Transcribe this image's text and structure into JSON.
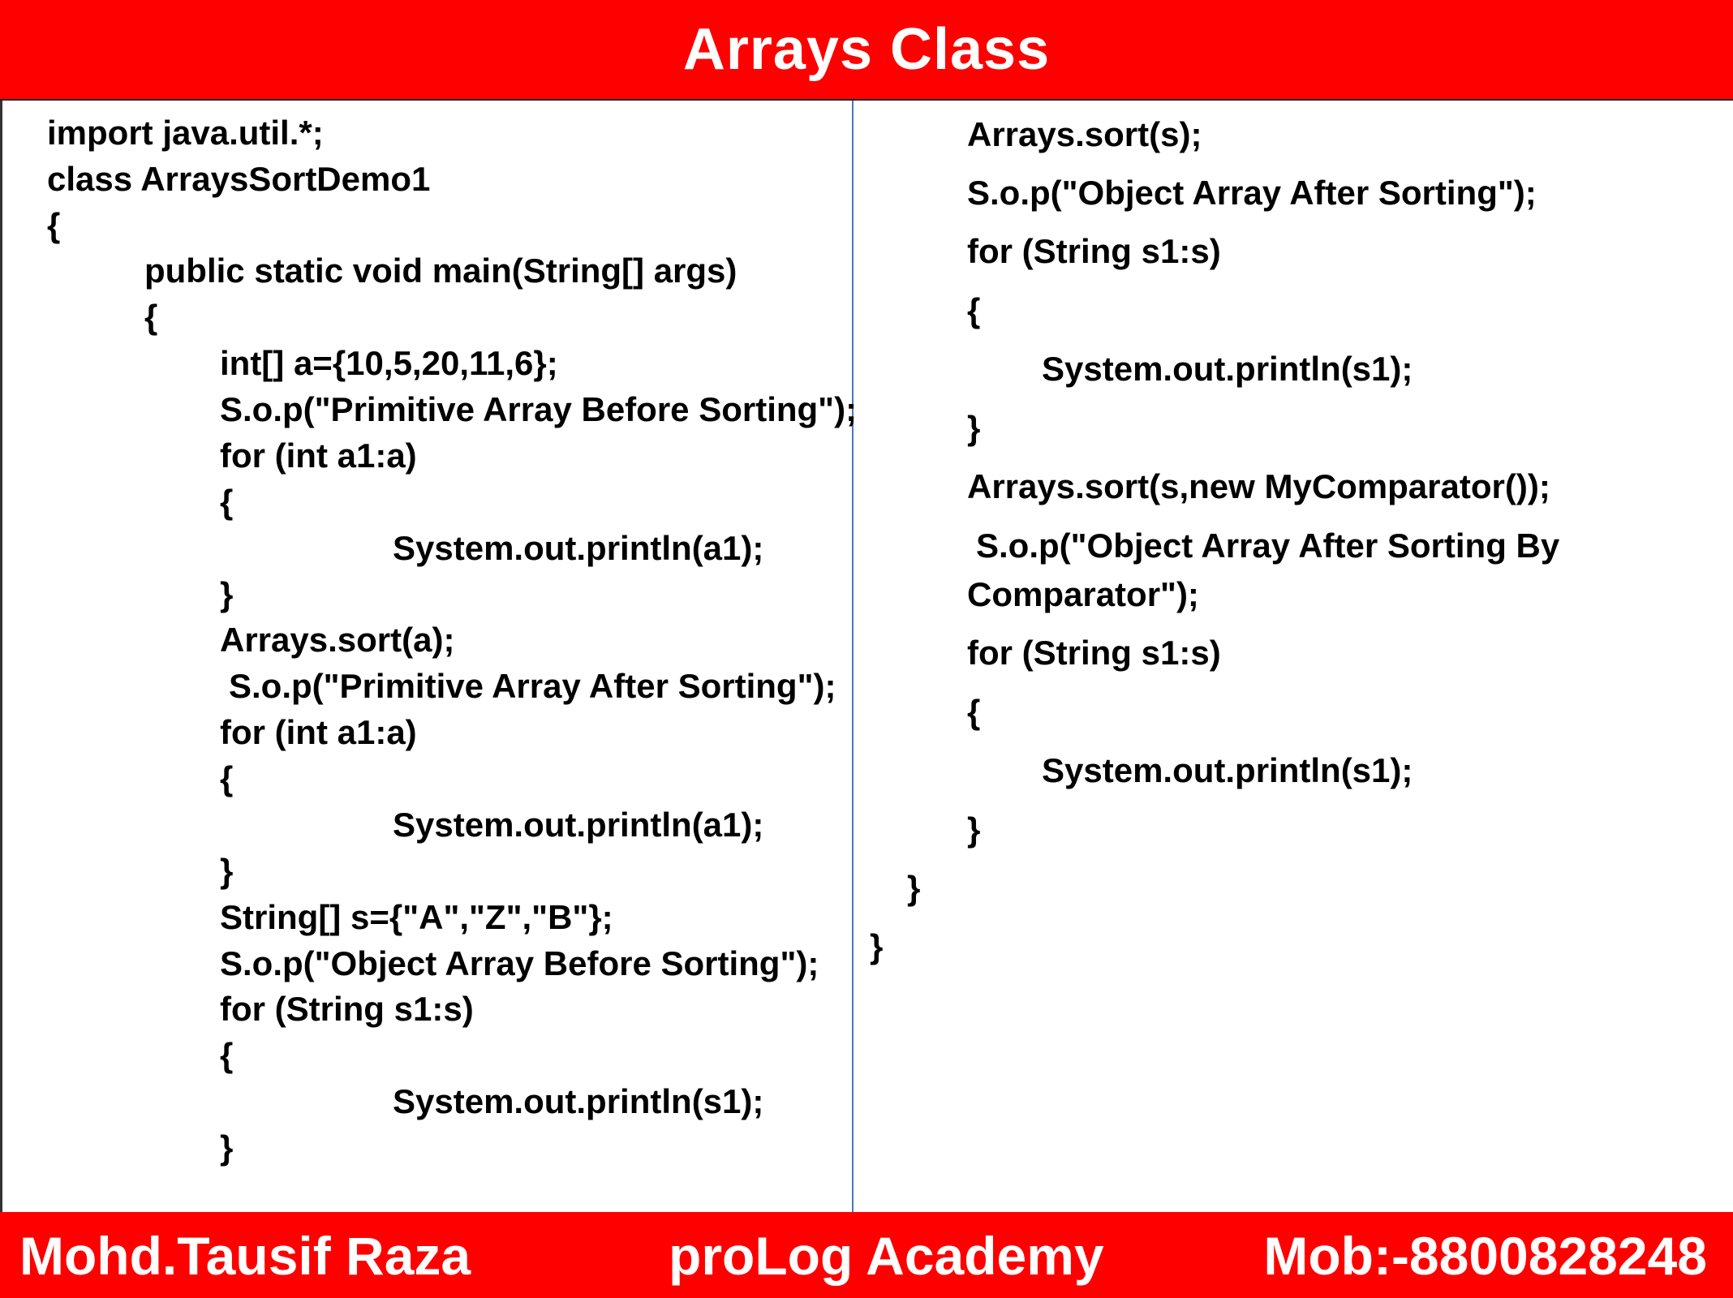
{
  "header": {
    "title": "Arrays Class"
  },
  "code_left": [
    "import java.util.*;",
    "class ArraysSortDemo1",
    "{",
    "public static void main(String[] args)",
    "{",
    "int[] a={10,5,20,11,6};",
    "S.o.p(\"Primitive Array Before Sorting\");",
    "for (int a1:a)",
    "{",
    "System.out.println(a1);",
    "}",
    "Arrays.sort(a);",
    "S.o.p(\"Primitive Array After Sorting\");",
    "for (int a1:a)",
    "{",
    "System.out.println(a1);",
    "}",
    "String[] s={\"A\",\"Z\",\"B\"};",
    "S.o.p(\"Object Array Before Sorting\");",
    "for (String s1:s)",
    "{",
    "System.out.println(s1);",
    "}"
  ],
  "code_right": [
    "Arrays.sort(s);",
    "S.o.p(\"Object Array After Sorting\");",
    "for (String s1:s)",
    "{",
    "System.out.println(s1);",
    "}",
    "Arrays.sort(s,new MyComparator());",
    "S.o.p(\"Object Array After Sorting By",
    "Comparator\");",
    "for (String s1:s)",
    "{",
    "System.out.println(s1);",
    "}",
    "}",
    "}"
  ],
  "footer": {
    "author": "Mohd.Tausif Raza",
    "academy": "proLog Academy",
    "mobile": "Mob:-8800828248"
  },
  "colors": {
    "banner": "#ff0000",
    "divider": "#4a78c8",
    "text": "#000000",
    "banner_text": "#ffffff"
  }
}
